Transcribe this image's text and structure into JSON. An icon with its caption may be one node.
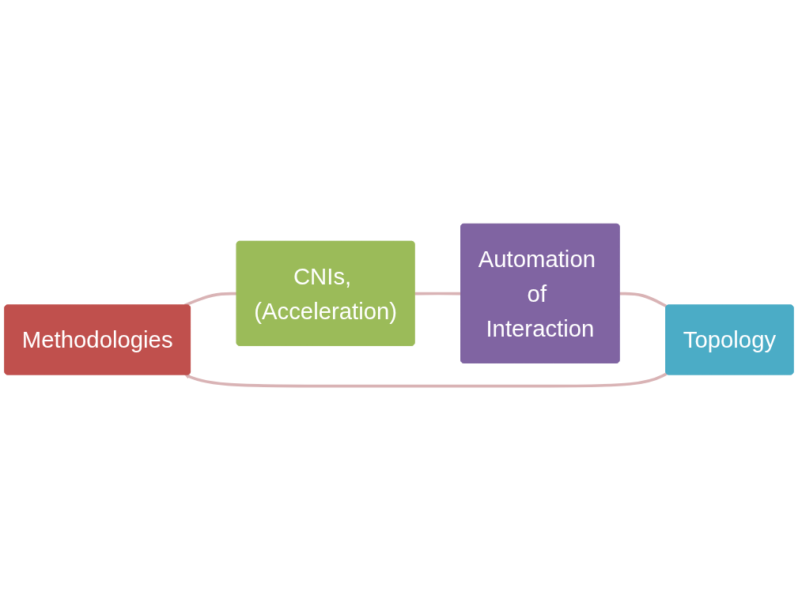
{
  "diagram": {
    "nodes": [
      {
        "text": [
          "Methodologies"
        ]
      },
      {
        "text": [
          "CNIs, (Acceleration)"
        ]
      },
      {
        "text": [
          "Automation of Interaction"
        ]
      },
      {
        "text": [
          "Topology"
        ]
      }
    ],
    "edges": [
      {
        "from": 0,
        "to": 1,
        "arrow": "none"
      },
      {
        "from": 1,
        "to": 2,
        "arrow": "none"
      },
      {
        "from": 2,
        "to": 3,
        "arrow": "none"
      },
      {
        "from": 3,
        "to": 0,
        "arrow": "to"
      }
    ]
  }
}
